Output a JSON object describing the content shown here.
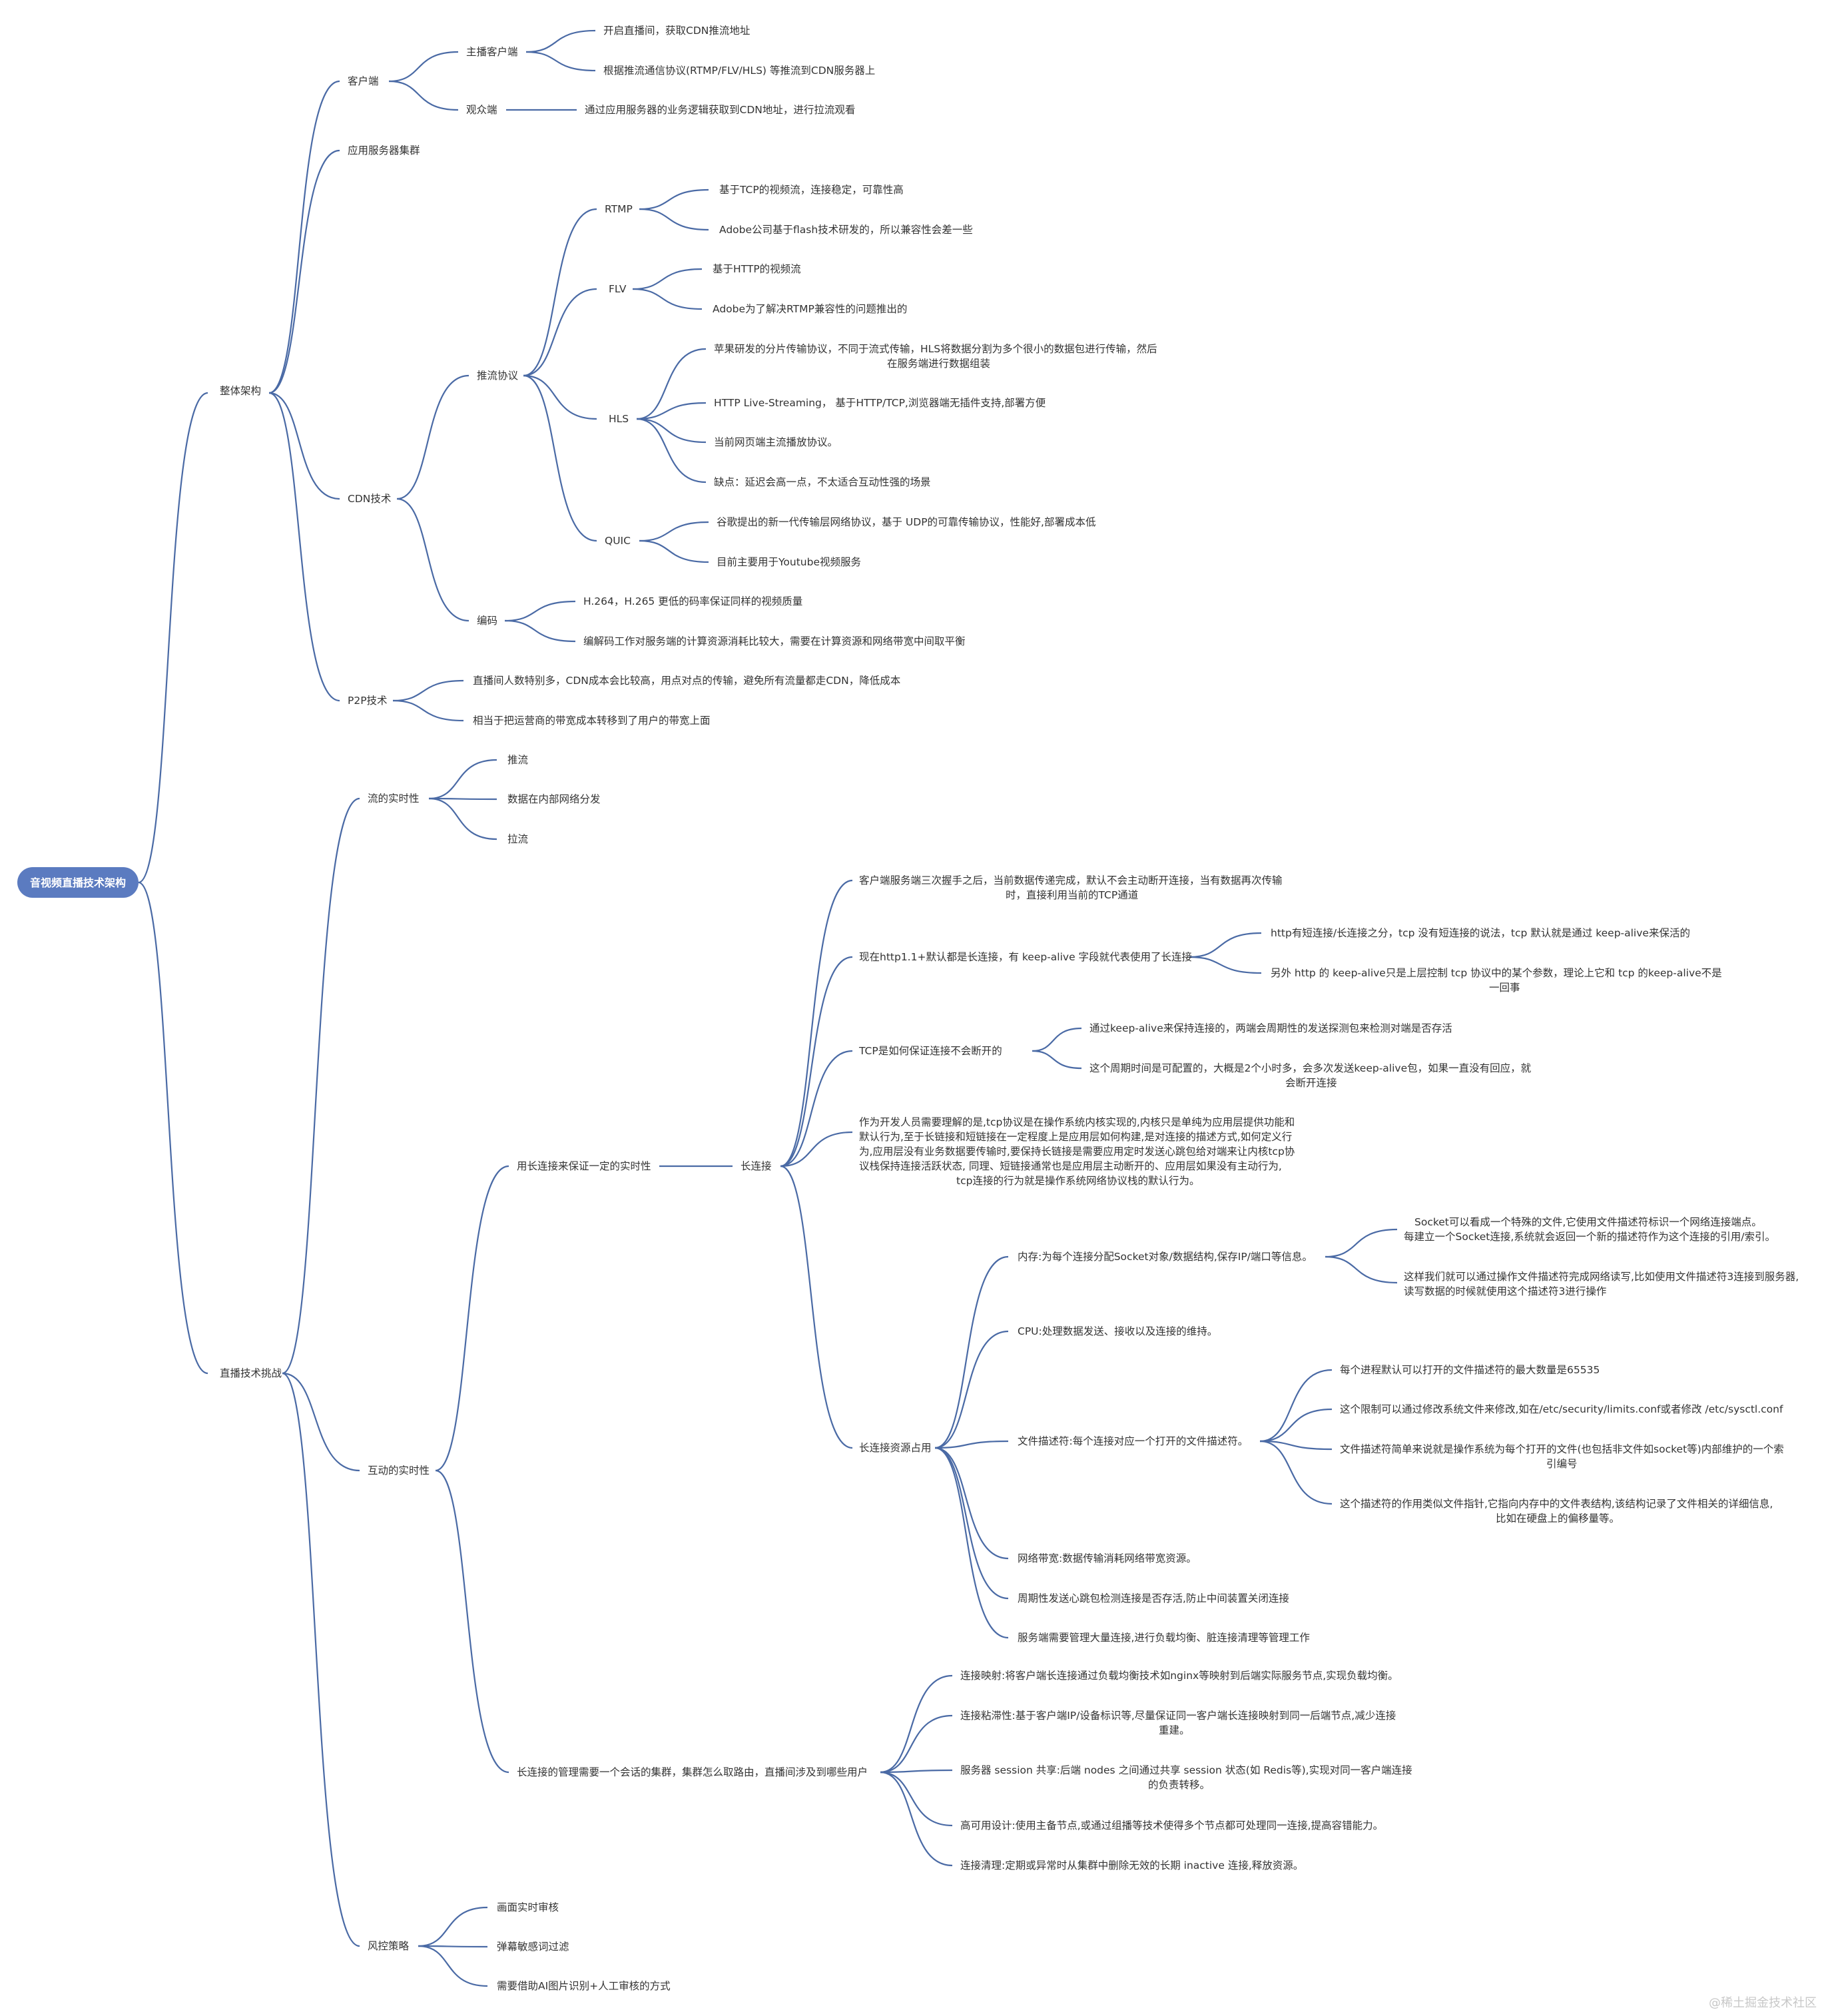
{
  "root": "音视频直播技术架构",
  "watermark": "@稀土掘金技术社区",
  "nodes": {
    "arch": "整体架构",
    "client": "客户端",
    "anchor": "主播客户端",
    "anchor_1": "开启直播间，获取CDN推流地址",
    "anchor_2": "根据推流通信协议(RTMP/FLV/HLS) 等推流到CDN服务器上",
    "viewer": "观众端",
    "viewer_1": "通过应用服务器的业务逻辑获取到CDN地址，进行拉流观看",
    "appsrv": "应用服务器集群",
    "cdn": "CDN技术",
    "push": "推流协议",
    "rtmp": "RTMP",
    "rtmp_1": "基于TCP的视频流，连接稳定，可靠性高",
    "rtmp_2": "Adobe公司基于flash技术研发的，所以兼容性会差一些",
    "flv": "FLV",
    "flv_1": "基于HTTP的视频流",
    "flv_2": "Adobe为了解决RTMP兼容性的问题推出的",
    "hls": "HLS",
    "hls_1a": "苹果研发的分片传输协议，不同于流式传输，HLS将数据分割为多个很小的数据包进行传输，然后",
    "hls_1b": "在服务端进行数据组装",
    "hls_2": "HTTP Live-Streaming，  基于HTTP/TCP,浏览器端无插件支持,部署方便",
    "hls_3": "当前网页端主流播放协议。",
    "hls_4": "缺点：延迟会高一点，不太适合互动性强的场景",
    "quic": "QUIC",
    "quic_1": "谷歌提出的新一代传输层网络协议，基于 UDP的可靠传输协议，性能好,部署成本低",
    "quic_2": "目前主要用于Youtube视频服务",
    "codec": "编码",
    "codec_1": "H.264，H.265 更低的码率保证同样的视频质量",
    "codec_2": "编解码工作对服务端的计算资源消耗比较大，需要在计算资源和网络带宽中间取平衡",
    "p2p": "P2P技术",
    "p2p_1": "直播间人数特别多，CDN成本会比较高，用点对点的传输，避免所有流量都走CDN，降低成本",
    "p2p_2": "相当于把运营商的带宽成本转移到了用户的带宽上面",
    "challenge": "直播技术挑战",
    "stream_rt": "流的实时性",
    "srt_1": "推流",
    "srt_2": "数据在内部网络分发",
    "srt_3": "拉流",
    "inter_rt": "互动的实时性",
    "longconn_rt": "用长连接来保证一定的实时性",
    "longconn": "长连接",
    "lc_1a": "客户端服务端三次握手之后，当前数据传递完成，默认不会主动断开连接，当有数据再次传输",
    "lc_1b": "时，直接利用当前的TCP通道",
    "lc_2": "现在http1.1+默认都是长连接，有 keep-alive 字段就代表使用了长连接",
    "lc_2_1": "http有短连接/长连接之分，tcp 没有短连接的说法，tcp 默认就是通过 keep-alive来保活的",
    "lc_2_2a": "另外 http 的 keep-alive只是上层控制 tcp 协议中的某个参数，理论上它和 tcp 的keep-alive不是",
    "lc_2_2b": "一回事",
    "lc_3": "TCP是如何保证连接不会断开的",
    "lc_3_1": "通过keep-alive来保持连接的，两端会周期性的发送探测包来检测对端是否存活",
    "lc_3_2a": "这个周期时间是可配置的，大概是2个小时多，会多次发送keep-alive包，如果一直没有回应，就",
    "lc_3_2b": "会断开连接",
    "lc_4a": "作为开发人员需要理解的是,tcp协议是在操作系统内核实现的,内核只是单纯为应用层提供功能和",
    "lc_4b": "默认行为,至于长链接和短链接在一定程度上是应用层如何构建,是对连接的描述方式,如何定义行",
    "lc_4c": "为,应用层没有业务数据要传输时,要保持长链接是需要应用定时发送心跳包给对端来让内核tcp协",
    "lc_4d": "议栈保持连接活跃状态, 同理、短链接通常也是应用层主动断开的、应用层如果没有主动行为,",
    "lc_4e": "tcp连接的行为就是操作系统网络协议栈的默认行为。",
    "res": "长连接资源占用",
    "res_mem": "内存:为每个连接分配Socket对象/数据结构,保存IP/端口等信息。",
    "res_mem_1a": "Socket可以看成一个特殊的文件,它使用文件描述符标识一个网络连接端点。",
    "res_mem_1b": "每建立一个Socket连接,系统就会返回一个新的描述符作为这个连接的引用/索引。",
    "res_mem_2a": "这样我们就可以通过操作文件描述符完成网络读写,比如使用文件描述符3连接到服务器,",
    "res_mem_2b": "读写数据的时候就使用这个描述符3进行操作",
    "res_cpu": "CPU:处理数据发送、接收以及连接的维持。",
    "res_fd": "文件描述符:每个连接对应一个打开的文件描述符。",
    "res_fd_1": "每个进程默认可以打开的文件描述符的最大数量是65535",
    "res_fd_2": "这个限制可以通过修改系统文件来修改,如在/etc/security/limits.conf或者修改 /etc/sysctl.conf",
    "res_fd_3a": "文件描述符简单来说就是操作系统为每个打开的文件(也包括非文件如socket等)内部维护的一个索",
    "res_fd_3b": "引编号",
    "res_fd_4a": "这个描述符的作用类似文件指针,它指向内存中的文件表结构,该结构记录了文件相关的详细信息,",
    "res_fd_4b": "比如在硬盘上的偏移量等。",
    "res_bw": "网络带宽:数据传输消耗网络带宽资源。",
    "res_hb": "周期性发送心跳包检测连接是否存活,防止中间装置关闭连接",
    "res_srv": "服务端需要管理大量连接,进行负载均衡、脏连接清理等管理工作",
    "mgmt": "长连接的管理需要一个会话的集群，集群怎么取路由，直播间涉及到哪些用户",
    "mgmt_1": "连接映射:将客户端长连接通过负载均衡技术如nginx等映射到后端实际服务节点,实现负载均衡。",
    "mgmt_2a": "连接粘滞性:基于客户端IP/设备标识等,尽量保证同一客户端长连接映射到同一后端节点,减少连接",
    "mgmt_2b": "重建。",
    "mgmt_3a": "服务器 session 共享:后端 nodes 之间通过共享 session 状态(如 Redis等),实现对同一客户端连接",
    "mgmt_3b": "的负责转移。",
    "mgmt_4": "高可用设计:使用主备节点,或通过组播等技术使得多个节点都可处理同一连接,提高容错能力。",
    "mgmt_5": "连接清理:定期或异常时从集群中删除无效的长期 inactive 连接,释放资源。",
    "risk": "风控策略",
    "risk_1": "画面实时审核",
    "risk_2": "弹幕敏感词过滤",
    "risk_3": "需要借助AI图片识别+人工审核的方式"
  }
}
